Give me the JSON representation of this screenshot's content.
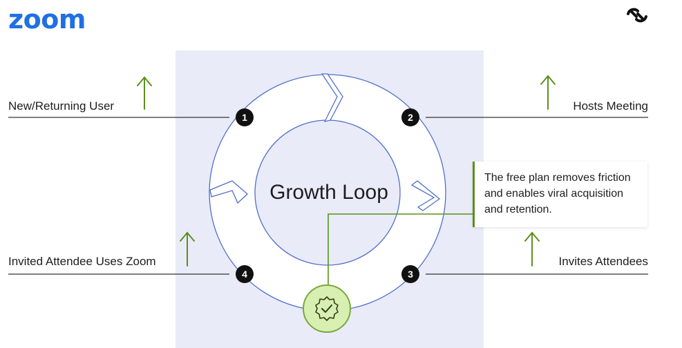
{
  "brand": {
    "logo_text": "zoom",
    "accent": "#1f6fe5"
  },
  "diagram": {
    "center_title": "Growth Loop",
    "steps": [
      {
        "number": "1",
        "label": "New/Returning User"
      },
      {
        "number": "2",
        "label": "Hosts Meeting"
      },
      {
        "number": "3",
        "label": "Invites Attendees"
      },
      {
        "number": "4",
        "label": "Invited Attendee Uses Zoom"
      }
    ],
    "callout": "The free plan removes friction and enables viral acquisition and retention.",
    "colors": {
      "panel": "#e9ebf8",
      "ring": "#4f6fc9",
      "arrow": "#5b8f1a",
      "badge": "#d8efb2"
    },
    "icons": [
      "up-arrow-icon",
      "verified-badge-icon",
      "company-mark-icon"
    ]
  }
}
